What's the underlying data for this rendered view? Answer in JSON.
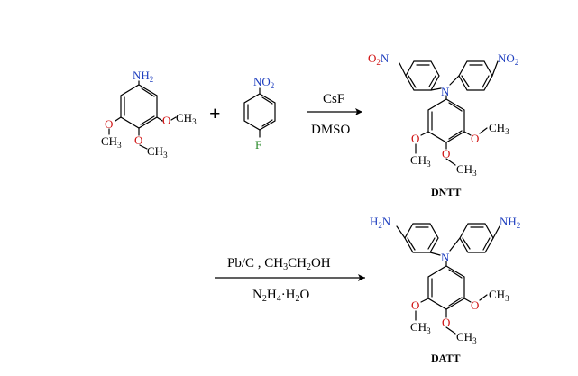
{
  "colors": {
    "bond": "#000000",
    "nitrogen": "#1f3fbf",
    "oxygen": "#d01010",
    "fluorine": "#2a8a2a",
    "text": "#000000"
  },
  "reaction1": {
    "reactant1": {
      "amine": "NH",
      "amine_sub": "2",
      "methoxy_left_o": "O",
      "methoxy_left_c": "CH",
      "methoxy_left_sub": "3",
      "methoxy_mid_o": "O",
      "methoxy_mid_c": "CH",
      "methoxy_mid_sub": "3",
      "methoxy_right_o": "O",
      "methoxy_right_c": "CH",
      "methoxy_right_sub": "3"
    },
    "plus": "+",
    "reactant2": {
      "nitro_n": "NO",
      "nitro_sub": "2",
      "fluoro": "F"
    },
    "reagent_top": "CsF",
    "reagent_bottom": "DMSO",
    "product": {
      "n_center": "N",
      "nitro_left": "O",
      "nitro_left_sub": "2",
      "nitro_left_n": "N",
      "nitro_right_n": "NO",
      "nitro_right_sub": "2",
      "ome_left_o": "O",
      "ome_left_c": "CH",
      "ome_left_sub": "3",
      "ome_mid_o": "O",
      "ome_mid_c": "CH",
      "ome_mid_sub": "3",
      "ome_right_o": "O",
      "ome_right_c": "CH",
      "ome_right_sub": "3",
      "name": "DNTT"
    }
  },
  "reaction2": {
    "reagent_top": {
      "pre": "Pb/C , CH",
      "s1": "3",
      "mid": "CH",
      "s2": "2",
      "post": "OH"
    },
    "reagent_bottom": {
      "n": "N",
      "s1": "2",
      "h": "H",
      "s2": "4",
      "dot": "·H",
      "s3": "2",
      "o": "O"
    },
    "product": {
      "n_center": "N",
      "amine_left_h": "H",
      "amine_left_sub": "2",
      "amine_left_n": "N",
      "amine_right": "NH",
      "amine_right_sub": "2",
      "ome_left_o": "O",
      "ome_left_c": "CH",
      "ome_left_sub": "3",
      "ome_mid_o": "O",
      "ome_mid_c": "CH",
      "ome_mid_sub": "3",
      "ome_right_o": "O",
      "ome_right_c": "CH",
      "ome_right_sub": "3",
      "name": "DATT"
    }
  }
}
